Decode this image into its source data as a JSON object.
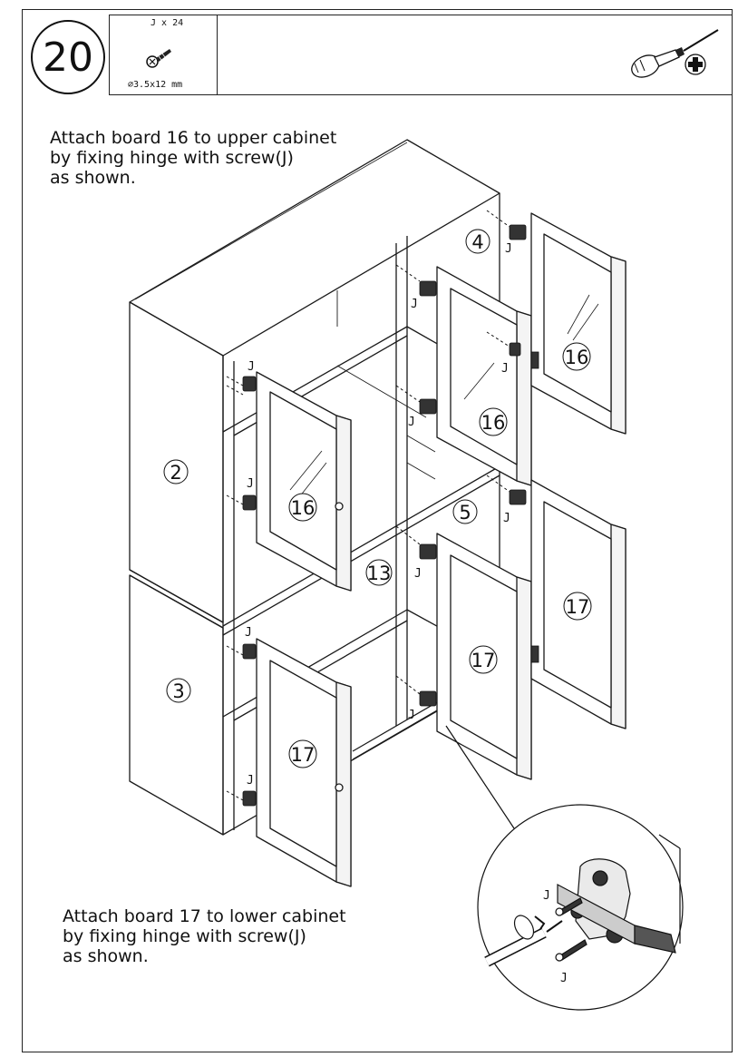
{
  "step": {
    "number": "20"
  },
  "parts": {
    "quantity": "J x 24",
    "size": "∅3.5x12 mm"
  },
  "instructions": {
    "upper": "Attach board 16 to upper cabinet\nby fixing hinge with screw(J)\nas shown.",
    "lower": "Attach board 17 to lower cabinet\nby fixing hinge with screw(J)\nas shown."
  },
  "boards": {
    "b2": "2",
    "b3": "3",
    "b4": "4",
    "b5": "5",
    "b13": "13",
    "b16a": "16",
    "b16b": "16",
    "b16c": "16",
    "b17a": "17",
    "b17b": "17",
    "b17c": "17"
  },
  "screw_label": "J",
  "icons": [
    "screw-icon",
    "screwdriver-icon",
    "phillips-icon"
  ]
}
